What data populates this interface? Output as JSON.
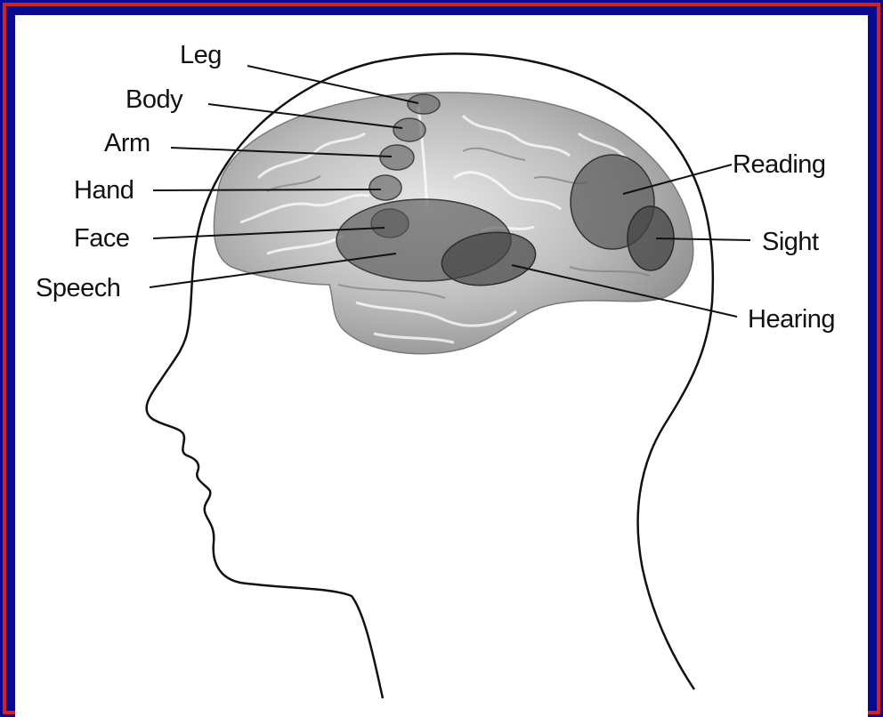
{
  "diagram": {
    "labels": {
      "leg": "Leg",
      "body": "Body",
      "arm": "Arm",
      "hand": "Hand",
      "face": "Face",
      "speech": "Speech",
      "reading": "Reading",
      "sight": "Sight",
      "hearing": "Hearing"
    },
    "colors": {
      "border_blue": "#0a0a8c",
      "border_red": "#d0202a",
      "brain_shade": "#9a9a9a",
      "region_fill": "#555555"
    }
  }
}
